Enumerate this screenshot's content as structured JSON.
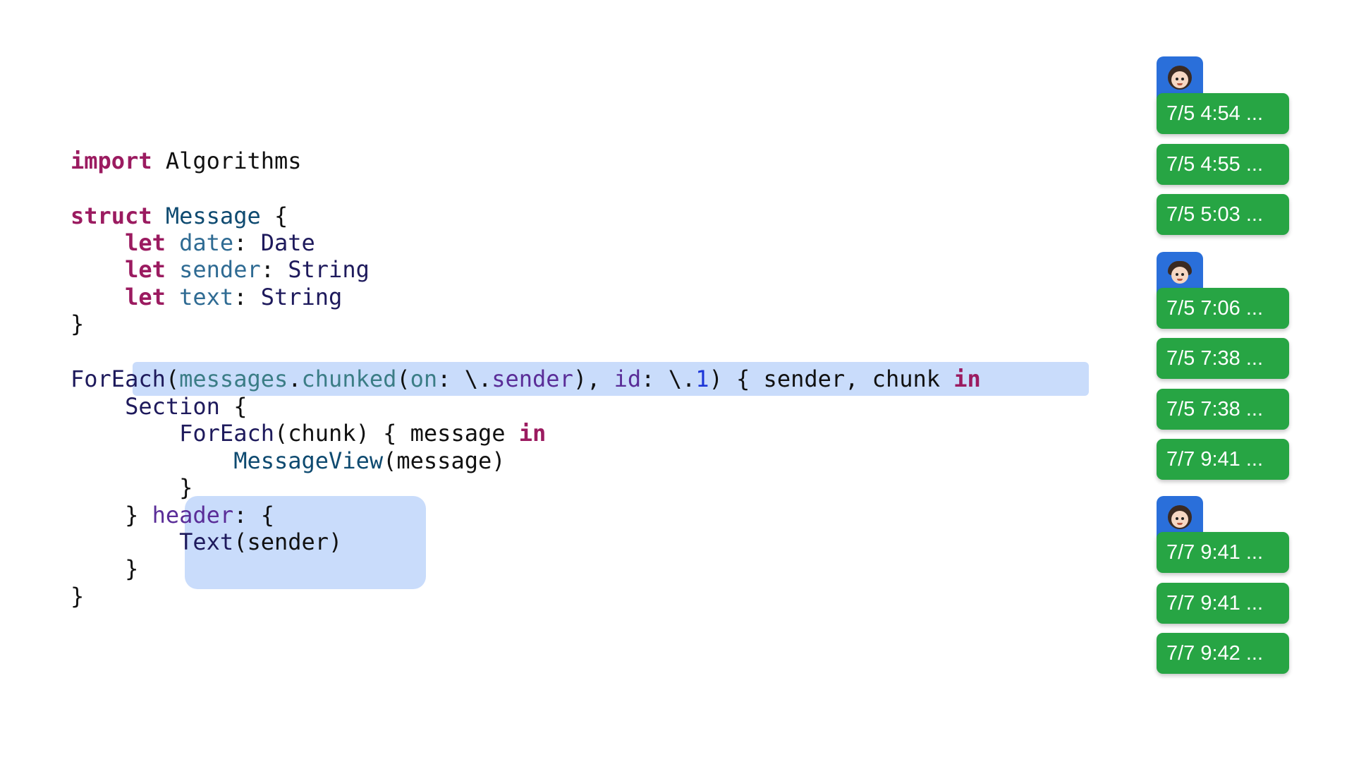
{
  "code": {
    "import_kw": "import",
    "import_mod": "Algorithms",
    "struct_kw": "struct",
    "struct_name": "Message",
    "open_brace": " {",
    "let_kw": "let",
    "date_prop": "date",
    "date_type": "Date",
    "sender_prop": "sender",
    "text_prop": "text",
    "string_type": "String",
    "colon": ": ",
    "close_brace": "}",
    "foreach": "ForEach",
    "messages": "messages",
    "chunked": "chunked",
    "on_label": "on",
    "keypath_sender": "sender",
    "id_label": "id",
    "one": "1",
    "closure_params": " { sender, chunk ",
    "in_kw": "in",
    "section": "Section",
    "foreach_chunk_args": "(chunk) { message ",
    "message_view": "MessageView",
    "message_view_args": "(message)",
    "header_label": "header",
    "text_call": "Text",
    "text_call_args": "(sender)"
  },
  "messages": {
    "groups": [
      {
        "avatar": "woman-avatar-icon",
        "items": [
          "7/5 4:54 ...",
          "7/5 4:55 ...",
          "7/5 5:03 ..."
        ]
      },
      {
        "avatar": "man-avatar-icon",
        "items": [
          "7/5 7:06 ...",
          "7/5 7:38 ...",
          "7/5 7:38 ...",
          "7/7 9:41 ..."
        ]
      },
      {
        "avatar": "woman-avatar-icon",
        "items": [
          "7/7 9:41 ...",
          "7/7 9:41 ...",
          "7/7 9:42 ..."
        ]
      }
    ]
  },
  "colors": {
    "keyword": "#9b1b60",
    "highlight": "#c9dcfb",
    "avatar_bg": "#2a6fda",
    "bubble": "#27a544"
  }
}
